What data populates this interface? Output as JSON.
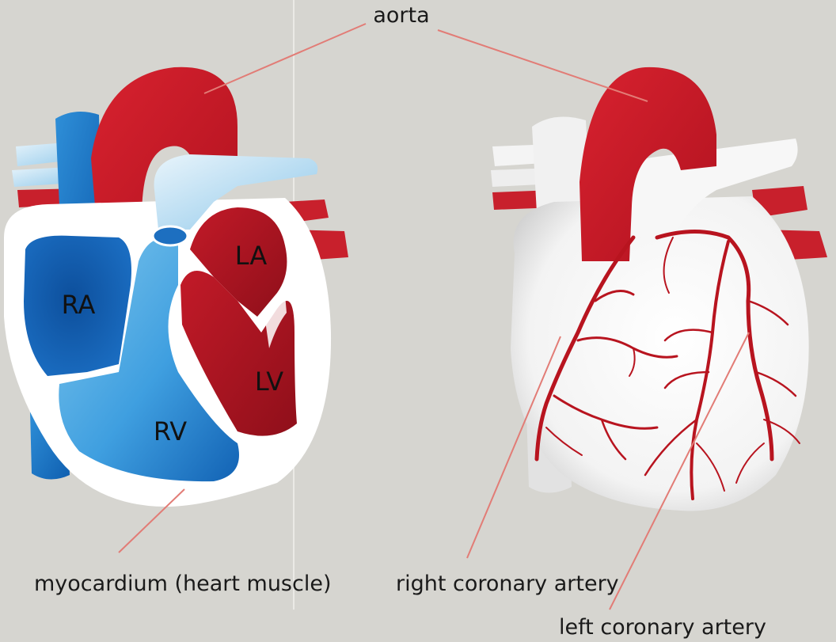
{
  "labels": {
    "aorta": "aorta",
    "myocardium": "myocardium (heart muscle)",
    "right_coronary": "right coronary artery",
    "left_coronary": "left coronary artery"
  },
  "chambers": {
    "ra": "RA",
    "la": "LA",
    "rv": "RV",
    "lv": "LV"
  },
  "colors": {
    "background": "#d6d5d0",
    "arterial_red": "#c0182a",
    "venous_blue": "#1f73c2",
    "myocardium_white": "#ffffff",
    "leader_line": "#e27c76"
  }
}
